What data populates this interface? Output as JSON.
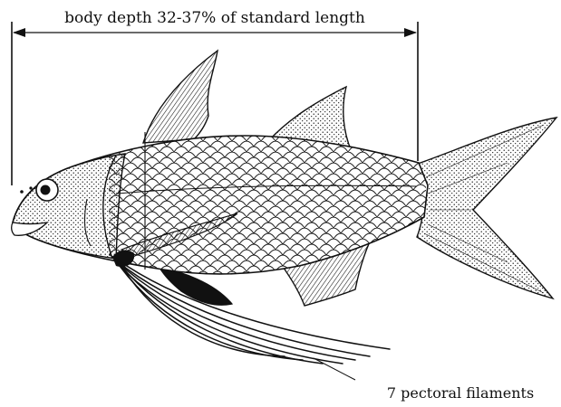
{
  "figure": {
    "measurement_label": "body depth 32-37% of standard length",
    "filament_label": "7 pectoral filaments"
  },
  "colors": {
    "ink": "#111111",
    "background": "#ffffff"
  },
  "icons": {
    "fish": "threadfin-fish-illustration"
  }
}
